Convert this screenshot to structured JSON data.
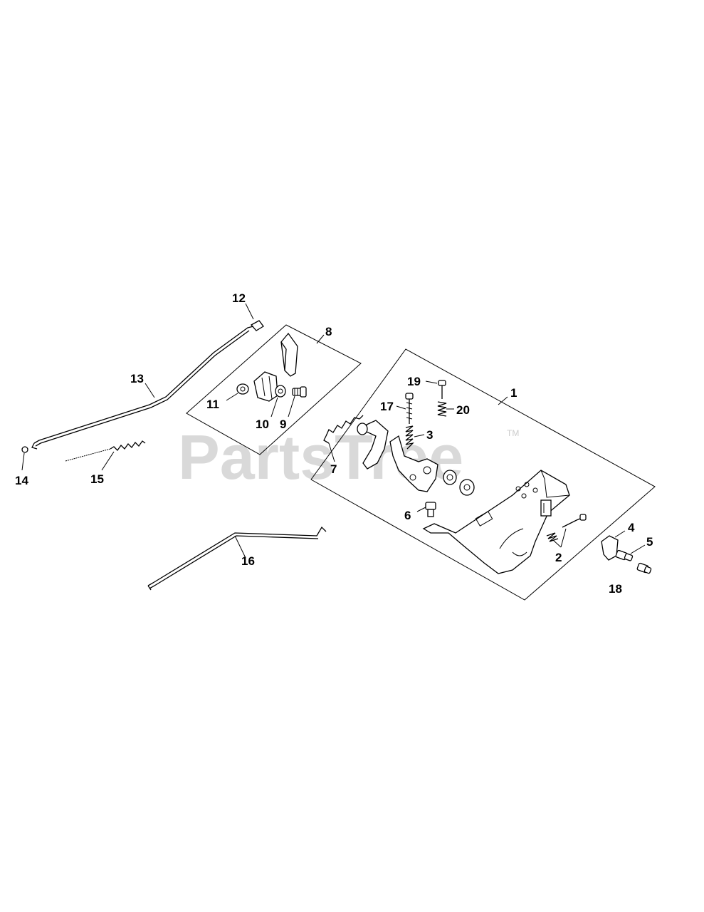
{
  "watermark": {
    "text": "PartsTree",
    "trademark": "TM",
    "color": "#d9d9d9"
  },
  "callouts": {
    "c1": "1",
    "c2": "2",
    "c3": "3",
    "c4": "4",
    "c5": "5",
    "c6": "6",
    "c7": "7",
    "c8": "8",
    "c9": "9",
    "c10": "10",
    "c11": "11",
    "c12": "12",
    "c13": "13",
    "c14": "14",
    "c15": "15",
    "c16": "16",
    "c17": "17",
    "c18": "18",
    "c19": "19",
    "c20": "20"
  },
  "colors": {
    "line": "#000000",
    "background": "#ffffff"
  }
}
